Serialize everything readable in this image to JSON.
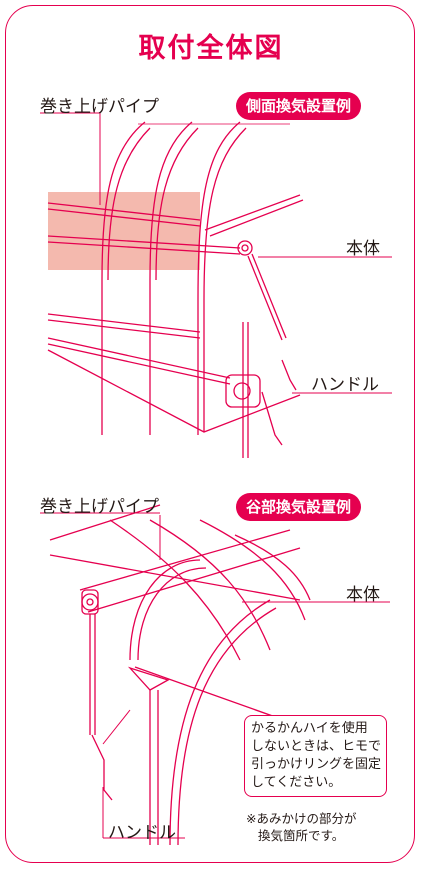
{
  "title": "取付全体図",
  "section1": {
    "badge": "側面換気設置例",
    "label_pipe": "巻き上げパイプ",
    "label_body": "本体",
    "label_handle": "ハンドル"
  },
  "section2": {
    "badge": "谷部換気設置例",
    "label_pipe": "巻き上げパイプ",
    "label_body": "本体",
    "label_handle": "ハンドル",
    "callout_lines": [
      "かるかんハイを使用",
      "しないときは、ヒモで",
      "引っかけリングを固定",
      "してください。"
    ],
    "note_lines": [
      "※あみかけの部分が",
      "換気箇所です。"
    ]
  },
  "colors": {
    "accent": "#e5004f",
    "shade": "#f4b9ae",
    "line": "#e5004f"
  }
}
